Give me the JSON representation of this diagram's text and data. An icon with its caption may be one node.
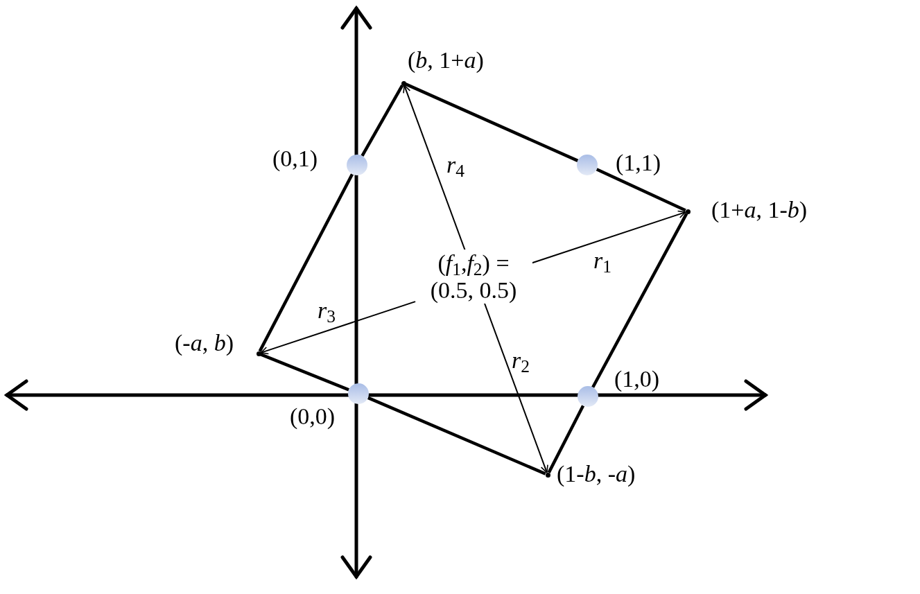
{
  "diagram": {
    "nodes": [
      {
        "text": [],
        "shape": "point",
        "beside": [
          "(*b*, 1+*a*)"
        ]
      },
      {
        "text": [],
        "shape": "point",
        "beside": [
          "(1+*a*, 1-*b*)"
        ]
      },
      {
        "text": [],
        "shape": "point",
        "beside": [
          "(1-*b*, -*a*)"
        ]
      },
      {
        "text": [],
        "shape": "point",
        "beside": [
          "(-*a*, *b*)"
        ]
      },
      {
        "text": [],
        "shape": "circle",
        "beside": [
          "(0,1)"
        ]
      },
      {
        "text": [],
        "shape": "circle",
        "beside": [
          "(1,1)"
        ]
      },
      {
        "text": [],
        "shape": "circle",
        "beside": [
          "(1,0)"
        ]
      },
      {
        "text": [],
        "shape": "circle",
        "beside": [
          "(0,0)"
        ]
      }
    ],
    "edges": [
      {
        "from": 3,
        "to": 4,
        "arrow": "none"
      },
      {
        "from": 4,
        "to": 0,
        "arrow": "none"
      },
      {
        "from": 0,
        "to": 5,
        "arrow": "none"
      },
      {
        "from": 5,
        "to": 1,
        "arrow": "none"
      },
      {
        "from": 1,
        "to": 6,
        "arrow": "none"
      },
      {
        "from": 6,
        "to": 2,
        "arrow": "none"
      },
      {
        "from": 2,
        "to": 7,
        "arrow": "none"
      },
      {
        "from": 7,
        "to": 3,
        "arrow": "none"
      },
      {
        "from": 3,
        "to": 1,
        "arrow": "both"
      },
      {
        "from": 0,
        "to": 2,
        "arrow": "both"
      }
    ],
    "labels": [
      "*r*$_{4}$",
      "*r*$_{1}$",
      "(*f*$_{1}$,*f*$_{2}$) = (0.5, 0.5)",
      "*r*$_{3}$",
      "*r*$_{2}$"
    ]
  }
}
